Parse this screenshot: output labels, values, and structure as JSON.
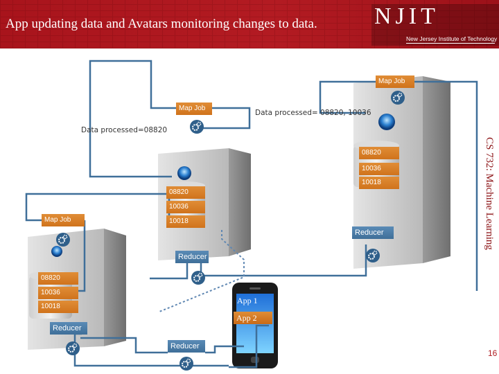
{
  "slide": {
    "title": "App updating data and Avatars monitoring changes to data.",
    "side_title": "CS 732: Machine Learning",
    "page_number": "16"
  },
  "logo": {
    "mark": "NJIT",
    "subtitle": "New Jersey Institute of Technology"
  },
  "servers": {
    "right": {
      "map_job": "Map Job",
      "records": [
        "08820",
        "10036",
        "10018"
      ],
      "reducer": "Reducer"
    },
    "center": {
      "map_job": "Map Job",
      "records": [
        "08820",
        "10036",
        "10018"
      ],
      "reducer": "Reducer"
    },
    "left": {
      "map_job": "Map Job",
      "records": [
        "08820",
        "10036",
        "10018"
      ],
      "reducer": "Reducer"
    },
    "bottom_reducer": "Reducer"
  },
  "captions": {
    "center": "Data processed=08820",
    "right": "Data processed= 08820, 10036"
  },
  "phone": {
    "app1": "App 1",
    "app2": "App 2"
  },
  "colors": {
    "banner": "#a8141c",
    "orange_label": "#d87c26",
    "blue_label": "#4a7aa6",
    "wire": "#3f6f99"
  }
}
